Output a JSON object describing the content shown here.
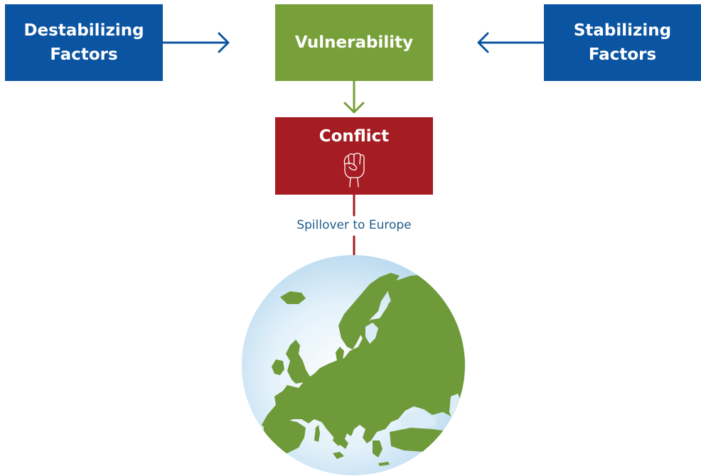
{
  "boxes": {
    "destabilizing": {
      "line1": "Destabilizing",
      "line2": "Factors"
    },
    "vulnerability": {
      "label": "Vulnerability"
    },
    "stabilizing": {
      "line1": "Stabilizing",
      "line2": "Factors"
    },
    "conflict": {
      "label": "Conflict",
      "icon": "fist-icon"
    }
  },
  "edges": {
    "spillover_label": "Spillover to Europe"
  },
  "globe": {
    "icon": "europe-globe-icon"
  },
  "colors": {
    "blue": "#0b54a1",
    "green": "#77a03b",
    "red": "#a51c23",
    "land": "#6f9a3a",
    "ocean": "#cfe6f4",
    "label_text": "#1f5d8c"
  }
}
